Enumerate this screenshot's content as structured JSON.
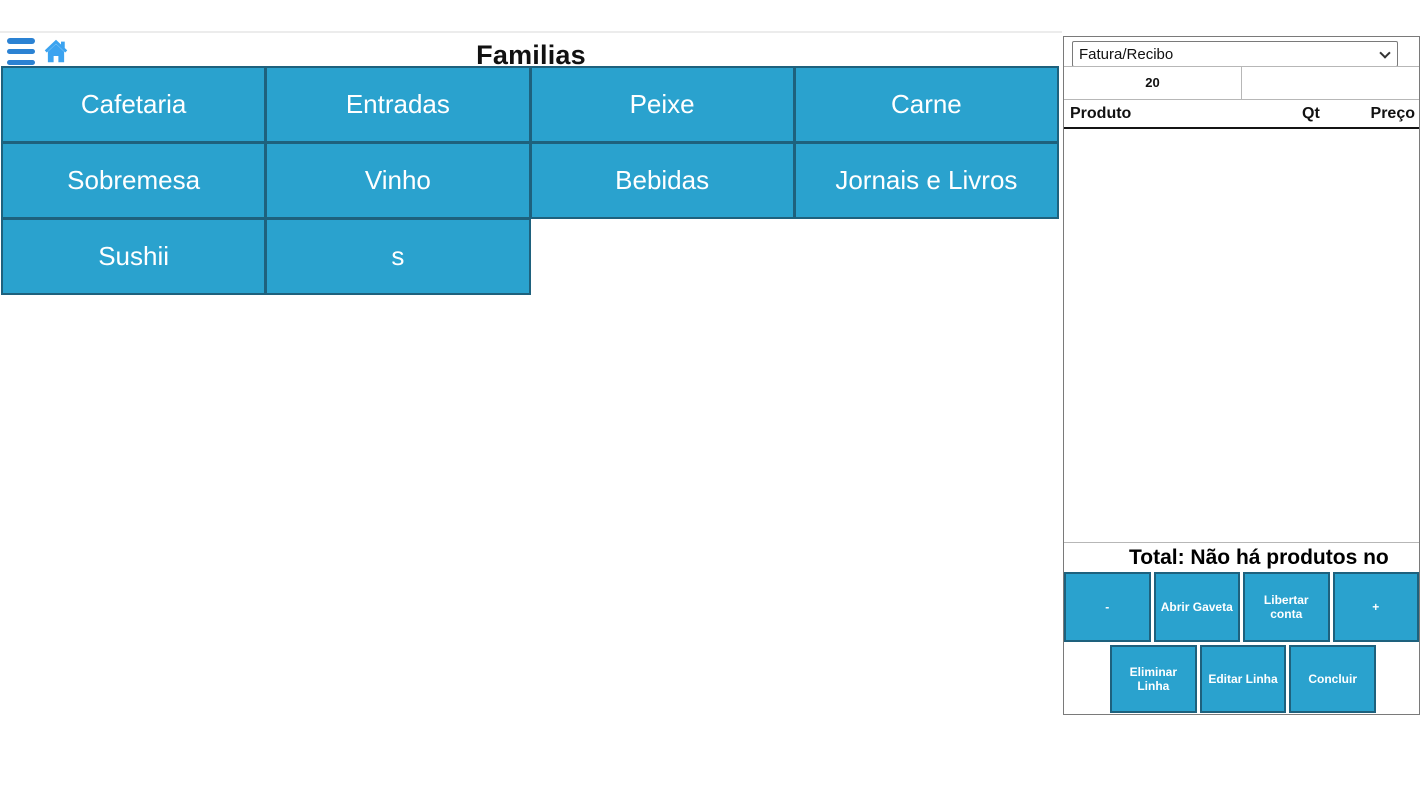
{
  "topbar": {
    "title": "Familias"
  },
  "families": [
    "Cafetaria",
    "Entradas",
    "Peixe",
    "Carne",
    "Sobremesa",
    "Vinho",
    "Bebidas",
    "Jornais e Livros",
    "Sushii",
    "s"
  ],
  "receipt": {
    "doc_type": "Fatura/Recibo",
    "account": "20",
    "columns": [
      "Produto",
      "Qt",
      "Preço"
    ],
    "rows": [],
    "total_text": "Total: Não há produtos no",
    "actions_primary": [
      "-",
      "Abrir Gaveta",
      "Libertar conta",
      "+"
    ],
    "actions_secondary": [
      "Eliminar Linha",
      "Editar Linha",
      "Concluir"
    ]
  },
  "colors": {
    "tile_blue": "#2aa2ce",
    "tile_border": "#1e617d",
    "menu_icon_blue": "#2b82d3",
    "home_icon_blue": "#3ba3f0"
  }
}
